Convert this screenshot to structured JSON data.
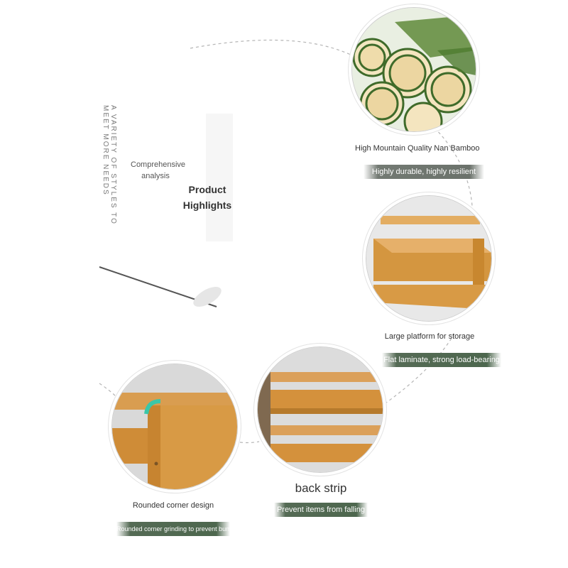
{
  "side_text": "A VARIETY OF STYLES TO MEET MORE NEEDS",
  "intro": {
    "subtitle": "Comprehensive analysis",
    "title_line1": "Product",
    "title_line2": "Highlights"
  },
  "features": [
    {
      "caption": "High Mountain Quality Nan Bamboo",
      "badge": "Highly durable, highly resilient",
      "icon": "bamboo-image"
    },
    {
      "caption": "Large platform for storage",
      "badge": "Flat laminate, strong load-bearing",
      "icon": "shelf-platform-image"
    },
    {
      "caption": "back strip",
      "badge": "Prevent items from falling",
      "icon": "back-strip-image"
    },
    {
      "caption": "Rounded corner design",
      "badge": "Rounded corner grinding to prevent bumps",
      "icon": "rounded-corner-image"
    }
  ],
  "colors": {
    "badge_green": "#4d674e",
    "badge_grey": "#6b726b",
    "wood": "#d89a45",
    "bamboo_green": "#5f8a3a"
  }
}
